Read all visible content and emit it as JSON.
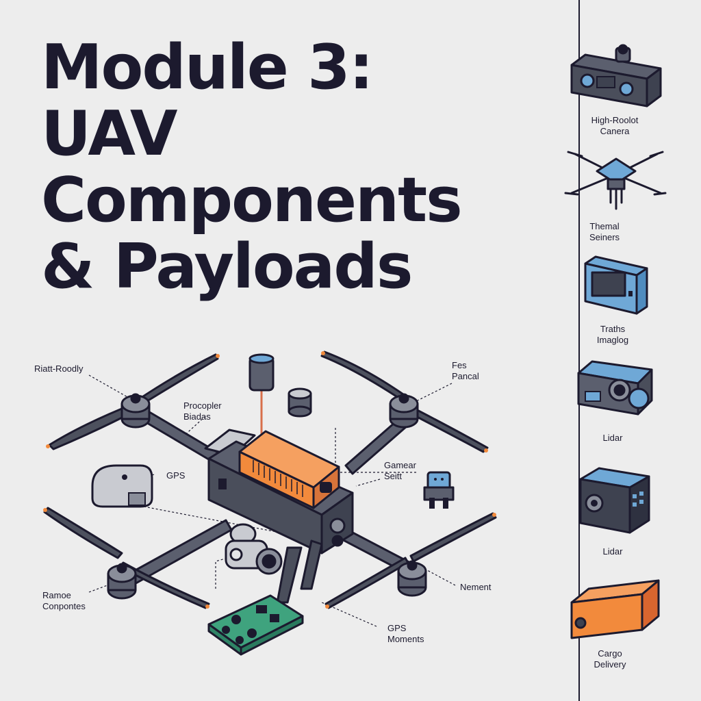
{
  "title": {
    "line1": "Module 3:",
    "line2": "UAV",
    "line3": "Components",
    "line4": "& Payloads"
  },
  "callouts": {
    "left_top": "Riatt-Roodly",
    "propeller": [
      "Procopler",
      "Biadas"
    ],
    "gps": "GPS",
    "frame": [
      "Ramoe",
      "Conpontes"
    ],
    "fes": [
      "Fes",
      "Pancal"
    ],
    "gamear": [
      "Gamear",
      "Seitt"
    ],
    "nement": "Nement",
    "gps_moments": [
      "GPS",
      "Moments"
    ]
  },
  "sidebar": {
    "items": [
      {
        "label": [
          "High-Roolot",
          "Canera"
        ],
        "icon": "camera-icon"
      },
      {
        "label": [
          "Themal",
          "Seiners"
        ],
        "icon": "quadcopter-icon"
      },
      {
        "label": [
          "Traths",
          "Imaglog"
        ],
        "icon": "display-device-icon"
      },
      {
        "label": [
          "Lidar"
        ],
        "icon": "lidar-sensor-icon"
      },
      {
        "label": [
          "Lidar"
        ],
        "icon": "lidar-cube-icon"
      },
      {
        "label": [
          "Cargo",
          "Delivery"
        ],
        "icon": "cargo-box-icon"
      }
    ]
  },
  "colors": {
    "background": "#ededed",
    "ink": "#1c1a2e",
    "body_gray": "#5b5f6e",
    "accent_orange": "#f28a3c",
    "accent_blue": "#6fa8d6",
    "accent_green": "#3fa37e"
  }
}
